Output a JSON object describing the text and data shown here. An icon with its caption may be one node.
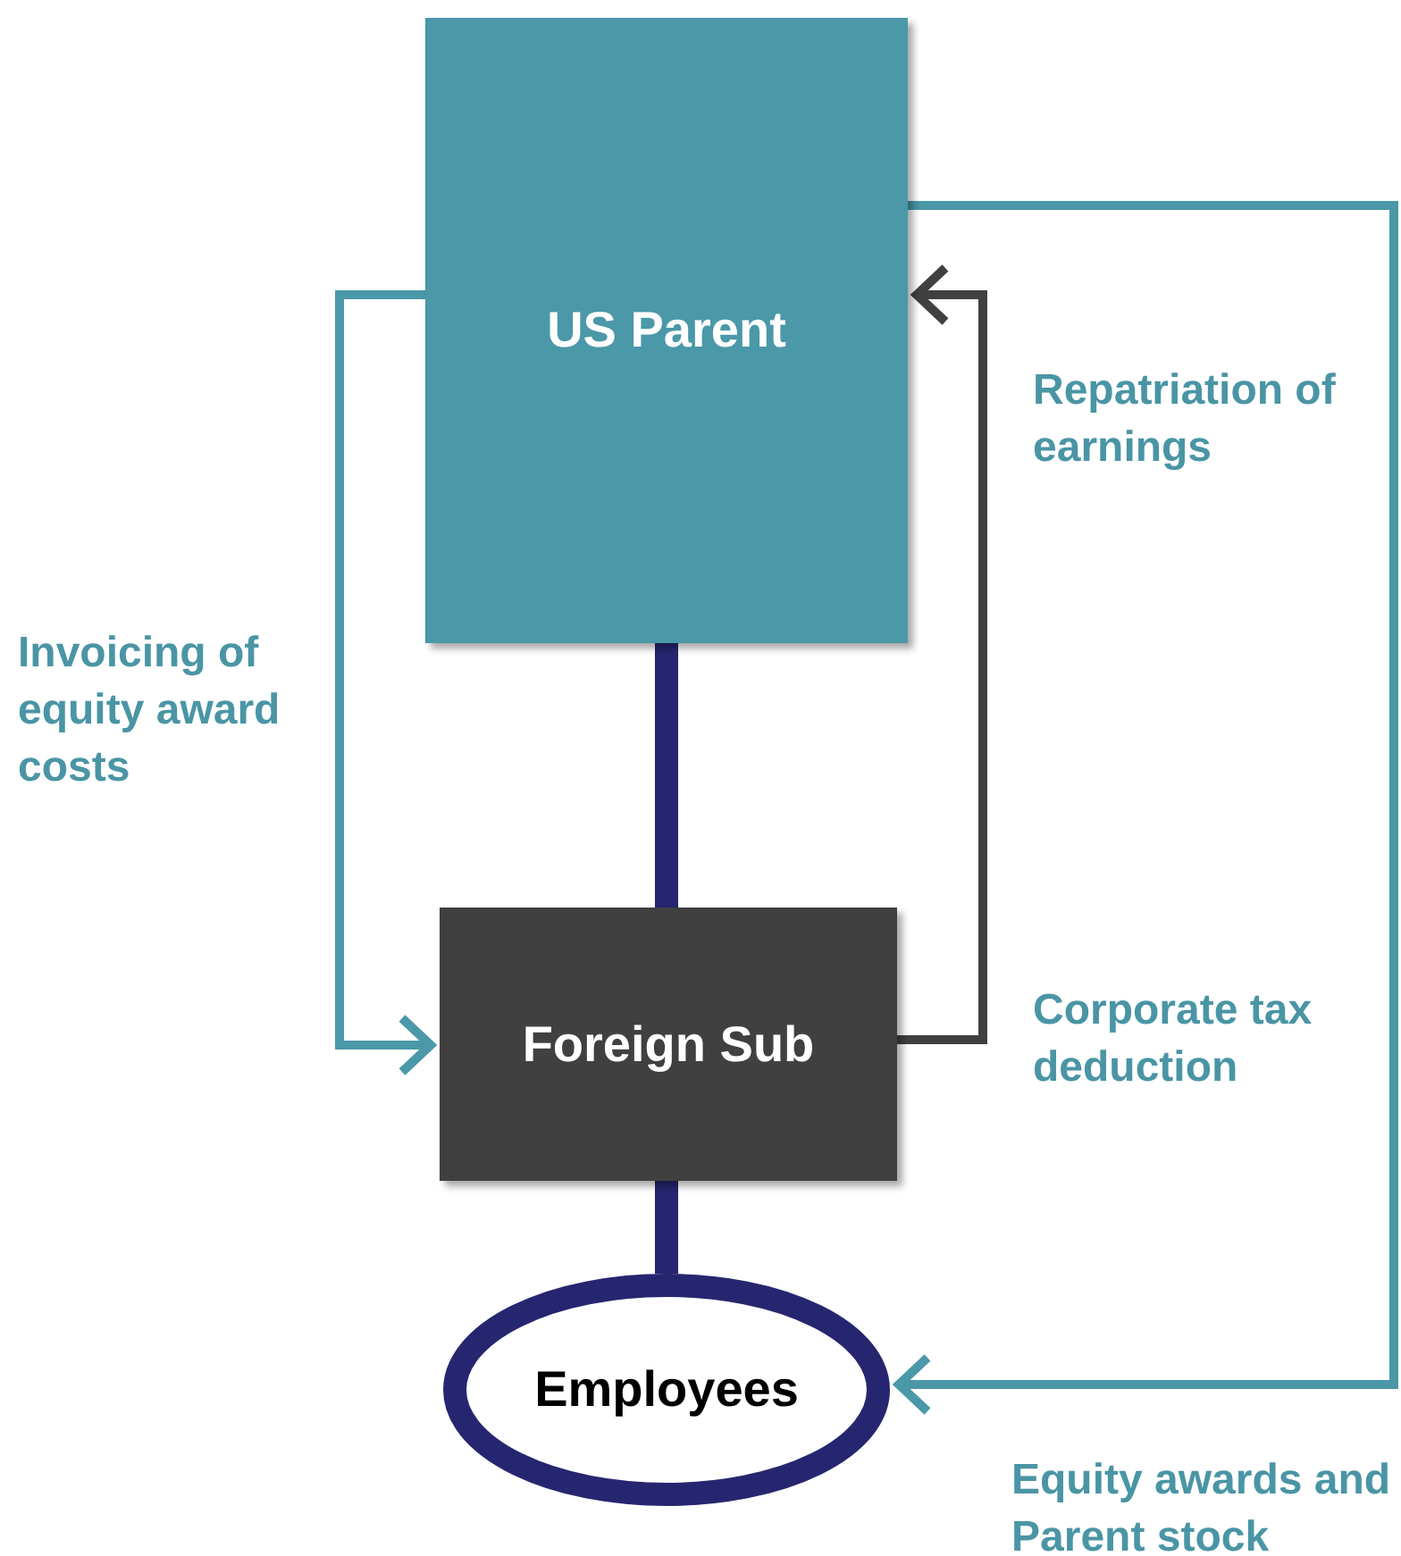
{
  "diagram": {
    "nodes": [
      {
        "text": [
          "US Parent"
        ]
      },
      {
        "text": [
          "Foreign Sub"
        ]
      },
      {
        "text": [
          "Employees"
        ]
      }
    ],
    "edges": [
      {
        "from": 0,
        "to": 1,
        "arrow": "none",
        "style": "thick",
        "color": "#262670"
      },
      {
        "from": 1,
        "to": 2,
        "arrow": "none",
        "style": "thick",
        "color": "#262670"
      },
      {
        "from": 0,
        "to": 1,
        "arrow": "to",
        "label": "Invoicing of equity award costs",
        "color": "#4a98a8"
      },
      {
        "from": 1,
        "to": 0,
        "arrow": "to",
        "label": "Repatriation of earnings",
        "color": "#404040"
      },
      {
        "from": 0,
        "to": 2,
        "arrow": "to",
        "label": "Equity awards and Parent stock",
        "color": "#4a98a8"
      }
    ],
    "labels": [
      "Corporate tax deduction"
    ]
  }
}
